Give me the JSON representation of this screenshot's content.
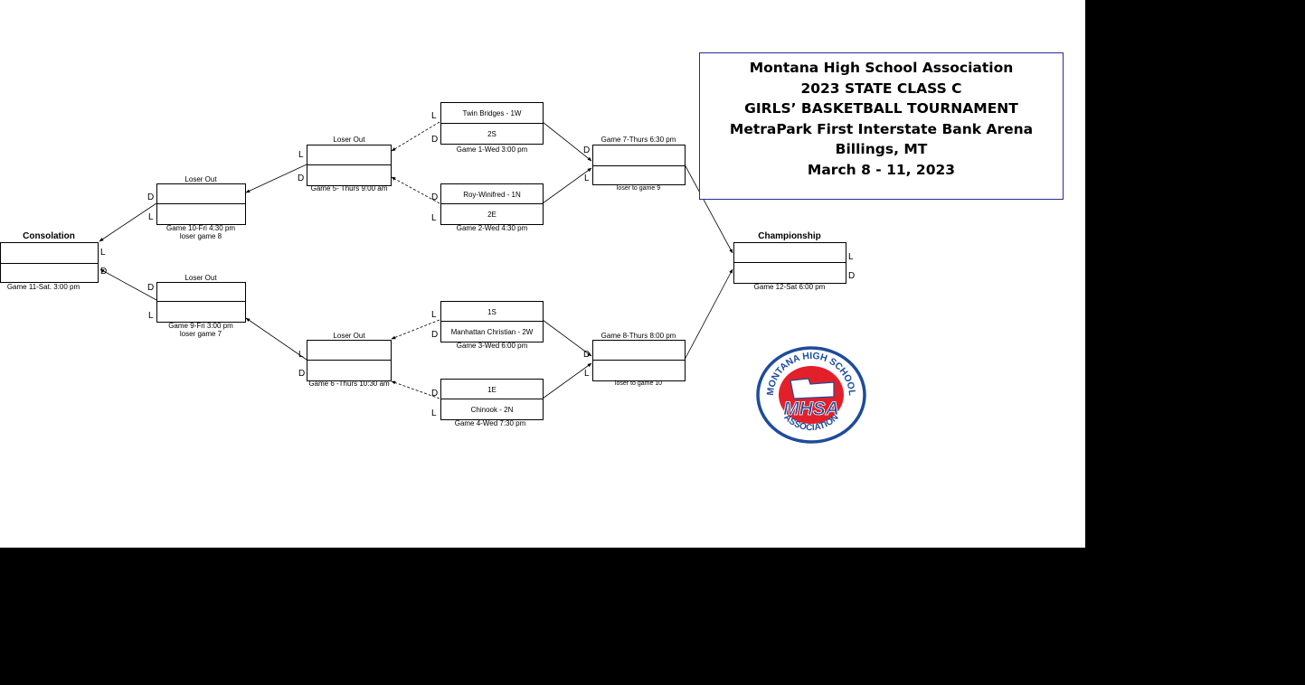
{
  "title_block": {
    "line1": "Montana High School Association",
    "line2": "2023 STATE CLASS C",
    "line3": "GIRLS’ BASKETBALL TOURNAMENT",
    "line4": "MetraPark First Interstate Bank Arena",
    "line5": "Billings, MT",
    "line6": "March 8 - 11, 2023"
  },
  "logo": {
    "ring_text_top": "MONTANA HIGH SCHOOL",
    "ring_text_bottom": "ASSOCIATION",
    "center_text": "MHSA",
    "icon": "mhsa-logo",
    "colors": {
      "red": "#e3202a",
      "blue": "#1e4b9c"
    }
  },
  "games": {
    "g1": {
      "top": "Twin Bridges - 1W",
      "bottom": "2S",
      "caption": "Game 1-Wed 3:00 pm",
      "top_mark": "L",
      "bottom_mark": "D"
    },
    "g2": {
      "top": "Roy-Winifred - 1N",
      "bottom": "2E",
      "caption": "Game 2-Wed 4:30 pm",
      "top_mark": "D",
      "bottom_mark": "L"
    },
    "g3": {
      "top": "1S",
      "bottom": "Manhattan Christian - 2W",
      "caption": "Game 3-Wed 6:00 pm",
      "top_mark": "L",
      "bottom_mark": "D"
    },
    "g4": {
      "top": "1E",
      "bottom": "Chinook - 2N",
      "caption": "Game 4-Wed 7:30 pm",
      "top_mark": "D",
      "bottom_mark": "L"
    },
    "g5": {
      "header": "Loser Out",
      "caption": "Game 5- Thurs 9:00 am",
      "top_mark": "L",
      "bottom_mark": "D"
    },
    "g6": {
      "header": "Loser Out",
      "caption": "Game 6 -Thurs 10:30 am",
      "top_mark": "L",
      "bottom_mark": "D"
    },
    "g7": {
      "header": "Game 7-Thurs 6:30 pm",
      "caption": "loser to game 9",
      "top_mark": "D",
      "bottom_mark": "L"
    },
    "g8": {
      "header": "Game 8-Thurs 8:00 pm",
      "caption": "loser to game 10",
      "top_mark": "D",
      "bottom_mark": "L"
    },
    "g9": {
      "header": "Loser Out",
      "caption1": "Game 9-Fri 3:00 pm",
      "caption2": "loser game 7",
      "top_mark": "D",
      "bottom_mark": "L"
    },
    "g10": {
      "header": "Loser Out",
      "caption1": "Game 10-Fri 4:30 pm",
      "caption2": "loser game 8",
      "top_mark": "D",
      "bottom_mark": "L"
    },
    "g11": {
      "header": "Consolation",
      "caption": "Game 11-Sat. 3:00 pm",
      "top_mark": "L",
      "bottom_mark": "D"
    },
    "g12": {
      "header": "Championship",
      "caption": "Game 12-Sat 6:00 pm",
      "top_mark": "L",
      "bottom_mark": "D"
    }
  }
}
